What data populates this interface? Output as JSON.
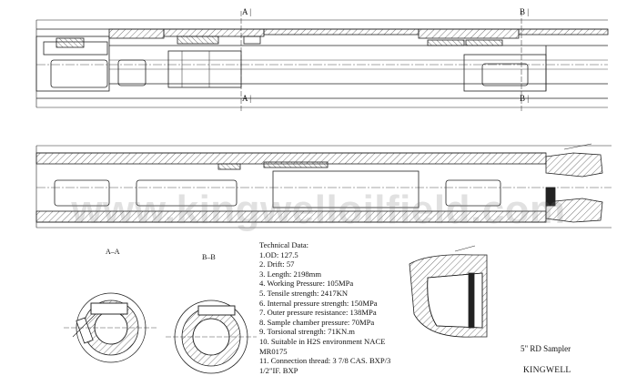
{
  "section_labels": {
    "a_top": "A",
    "b_top": "B",
    "a_bottom": "A",
    "b_bottom": "B"
  },
  "section_titles": {
    "aa": "A–A",
    "bb": "B–B"
  },
  "technical_data": {
    "title": "Technical Data:",
    "items": [
      "1.OD: 127.5",
      "2. Drift: 57",
      "3. Length: 2198mm",
      "4. Working Pressure: 105MPa",
      "5. Tensile strength: 2417KN",
      "6. Internal pressure strength: 150MPa",
      "7. Outer pressure resistance: 138MPa",
      "8. Sample chamber pressure: 70MPa",
      "9. Torsional strength: 71KN.m",
      "10. Suitable in H2S environment NACE MR0175",
      "11.  Connection thread: 3 7/8 CAS. BXP/3 1/2\"IF. BXP"
    ]
  },
  "product_name": "5\" RD Sampler",
  "brand": "KINGWELL",
  "watermark": "www.kingwelloilfield.com",
  "colors": {
    "line": "#222222",
    "hatch": "#555555",
    "watermark": "#9a9a9a"
  }
}
